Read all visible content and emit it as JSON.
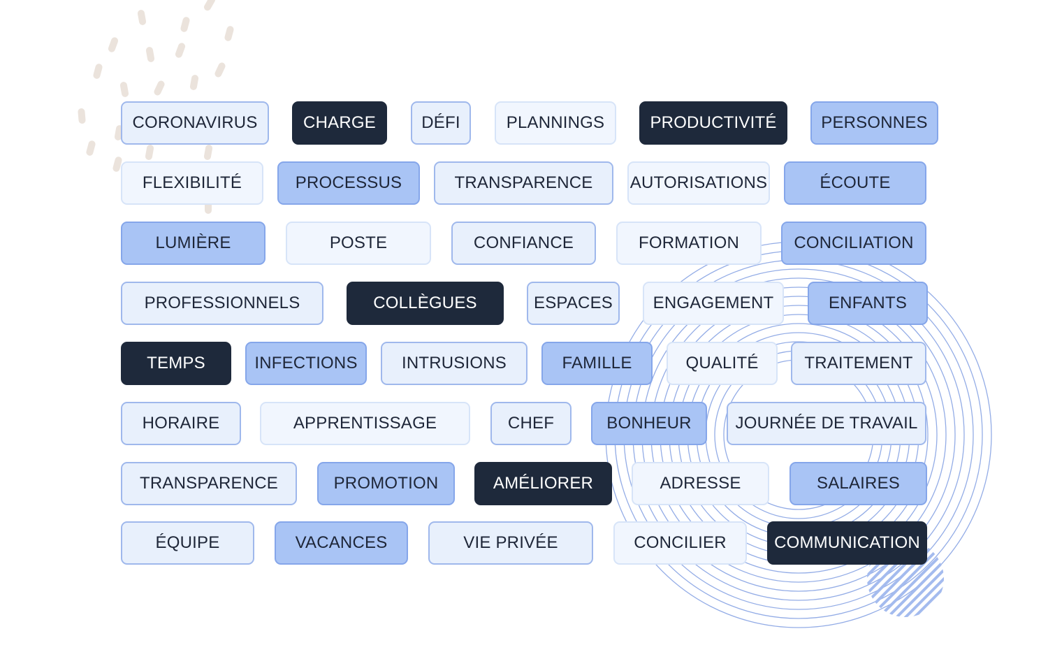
{
  "palette": {
    "dark": "#1e293b",
    "light": "#e8f0fc",
    "pale": "#f1f6fe",
    "medium": "#a9c4f5",
    "ring_stroke": "#93ace6",
    "dash_color": "#ebe3dc"
  },
  "rows": [
    [
      {
        "label": "CORONAVIRUS",
        "style": "light"
      },
      {
        "label": "CHARGE",
        "style": "dark"
      },
      {
        "label": "DÉFI",
        "style": "light"
      },
      {
        "label": "PLANNINGS",
        "style": "pale"
      },
      {
        "label": "PRODUCTIVITÉ",
        "style": "dark"
      },
      {
        "label": "PERSONNES",
        "style": "medium"
      }
    ],
    [
      {
        "label": "FLEXIBILITÉ",
        "style": "pale"
      },
      {
        "label": "PROCESSUS",
        "style": "medium"
      },
      {
        "label": "TRANSPARENCE",
        "style": "light"
      },
      {
        "label": "AUTORISATIONS",
        "style": "pale"
      },
      {
        "label": "ÉCOUTE",
        "style": "medium"
      }
    ],
    [
      {
        "label": "LUMIÈRE",
        "style": "medium"
      },
      {
        "label": "POSTE",
        "style": "pale"
      },
      {
        "label": "CONFIANCE",
        "style": "light"
      },
      {
        "label": "FORMATION",
        "style": "pale"
      },
      {
        "label": "CONCILIATION",
        "style": "medium"
      }
    ],
    [
      {
        "label": "PROFESSIONNELS",
        "style": "light"
      },
      {
        "label": "COLLÈGUES",
        "style": "dark"
      },
      {
        "label": "ESPACES",
        "style": "light"
      },
      {
        "label": "ENGAGEMENT",
        "style": "pale"
      },
      {
        "label": "ENFANTS",
        "style": "medium"
      }
    ],
    [
      {
        "label": "TEMPS",
        "style": "dark"
      },
      {
        "label": "INFECTIONS",
        "style": "medium"
      },
      {
        "label": "INTRUSIONS",
        "style": "light"
      },
      {
        "label": "FAMILLE",
        "style": "medium"
      },
      {
        "label": "QUALITÉ",
        "style": "pale"
      },
      {
        "label": "TRAITEMENT",
        "style": "light"
      }
    ],
    [
      {
        "label": "HORAIRE",
        "style": "light"
      },
      {
        "label": "APPRENTISSAGE",
        "style": "pale"
      },
      {
        "label": "CHEF",
        "style": "light"
      },
      {
        "label": "BONHEUR",
        "style": "medium"
      },
      {
        "label": "JOURNÉE DE TRAVAIL",
        "style": "light"
      }
    ],
    [
      {
        "label": "TRANSPARENCE",
        "style": "light"
      },
      {
        "label": "PROMOTION",
        "style": "medium"
      },
      {
        "label": "AMÉLIORER",
        "style": "dark"
      },
      {
        "label": "ADRESSE",
        "style": "pale"
      },
      {
        "label": "SALAIRES",
        "style": "medium"
      }
    ],
    [
      {
        "label": "ÉQUIPE",
        "style": "light"
      },
      {
        "label": "VACANCES",
        "style": "medium"
      },
      {
        "label": "VIE PRIVÉE",
        "style": "light"
      },
      {
        "label": "CONCILIER",
        "style": "pale"
      },
      {
        "label": "COMMUNICATION",
        "style": "dark"
      }
    ]
  ]
}
